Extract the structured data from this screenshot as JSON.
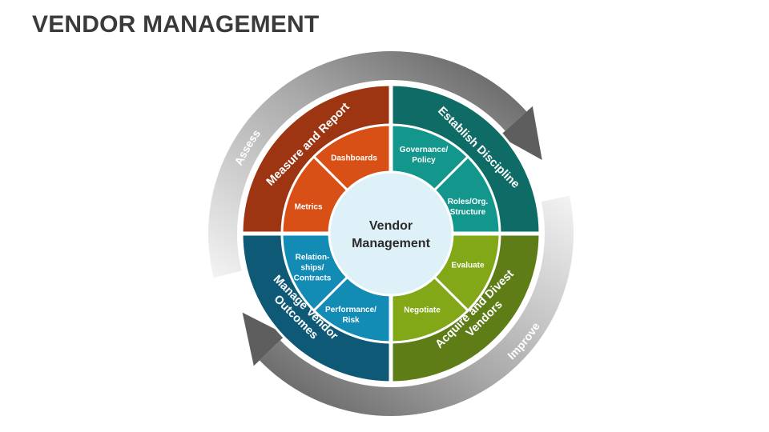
{
  "title": "VENDOR MANAGEMENT",
  "center": {
    "line1": "Vendor",
    "line2": "Management",
    "color": "#dff1f8"
  },
  "arrows": [
    {
      "id": "assess",
      "label": "Assess"
    },
    {
      "id": "improve",
      "label": "Improve"
    }
  ],
  "quadrants": [
    {
      "id": "measure-report",
      "label": "Measure and Report",
      "outer_color": "#9e3512",
      "inner_color": "#d85016",
      "subs": [
        {
          "id": "metrics",
          "lines": [
            "Metrics"
          ]
        },
        {
          "id": "dashboards",
          "lines": [
            "Dashboards"
          ]
        }
      ]
    },
    {
      "id": "establish-discipline",
      "label": "Establish Discipline",
      "outer_color": "#0e6b65",
      "inner_color": "#13978d",
      "subs": [
        {
          "id": "governance-policy",
          "lines": [
            "Governance/",
            "Policy"
          ]
        },
        {
          "id": "roles-org-structure",
          "lines": [
            "Roles/Org.",
            "Structure"
          ]
        }
      ]
    },
    {
      "id": "acquire-divest",
      "label": "Acquire and Divest Vendors",
      "label_lines": [
        "Acquire and Divest",
        "Vendors"
      ],
      "outer_color": "#5e7d17",
      "inner_color": "#82a818",
      "subs": [
        {
          "id": "evaluate",
          "lines": [
            "Evaluate"
          ]
        },
        {
          "id": "negotiate",
          "lines": [
            "Negotiate"
          ]
        }
      ]
    },
    {
      "id": "manage-outcomes",
      "label": "Manage Vendor Outcomes",
      "label_lines": [
        "Manage Vendor",
        "Outcomes"
      ],
      "outer_color": "#0e5a76",
      "inner_color": "#128bb5",
      "subs": [
        {
          "id": "relationships-contracts",
          "lines": [
            "Relation-",
            "ships/",
            "Contracts"
          ]
        },
        {
          "id": "performance-risk",
          "lines": [
            "Performance/",
            "Risk"
          ]
        }
      ]
    }
  ]
}
